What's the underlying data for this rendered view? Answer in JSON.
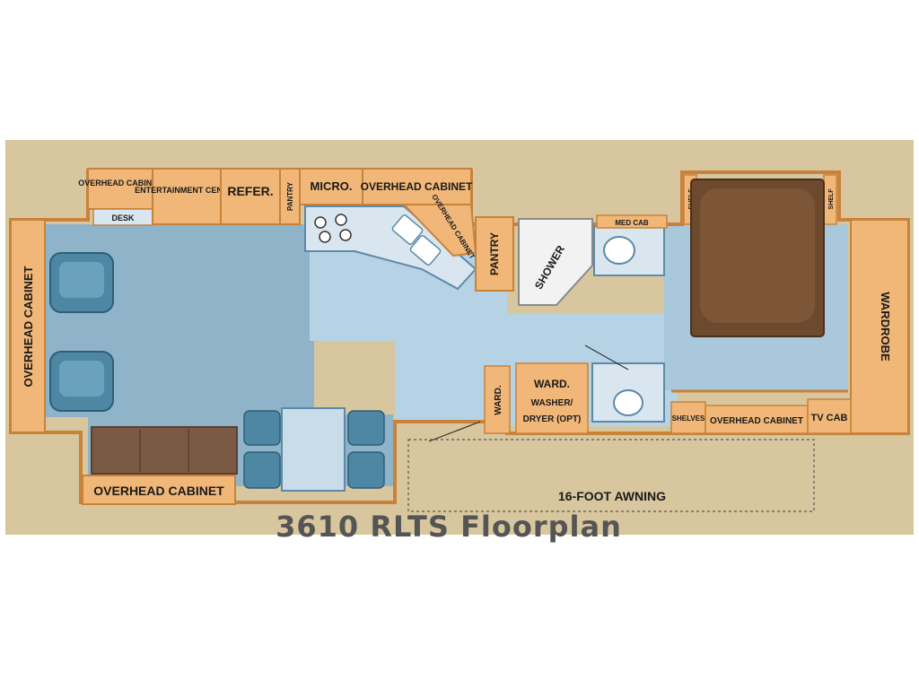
{
  "labels": {
    "overhead_cabinet_top_left": "OVERHEAD CABINET",
    "desk": "DESK",
    "entertainment_center": "ENTERTAINMENT CENTER",
    "refer": "REFER.",
    "pantry_small": "PANTRY",
    "micro": "MICRO.",
    "overhead_cabinet_top": "OVERHEAD CABINET",
    "overhead_cabinet_angled": "OVERHEAD CABINET",
    "pantry": "PANTRY",
    "shower": "SHOWER",
    "med_cab": "MED CAB",
    "shelf_left": "SHELF",
    "shelf_right": "SHELF",
    "wardrobe": "WARDROBE",
    "overhead_cabinet_left": "OVERHEAD CABINET",
    "overhead_cabinet_bottom": "OVERHEAD CABINET",
    "ward_small": "WARD.",
    "ward_washer_1": "WARD.",
    "ward_washer_2": "WASHER/",
    "ward_washer_3": "DRYER (OPT)",
    "shelves": "SHELVES",
    "overhead_cabinet_bottom_right": "OVERHEAD CABINET",
    "tv_cab": "TV CAB",
    "awning": "16-FOOT AWNING"
  },
  "title": "3610 RLTS Floorplan",
  "colors": {
    "background": "#d8c79e",
    "floor": "#b6d3e6",
    "slide_floor": "#8fb3c9",
    "cabinet": "#f0b778",
    "wall": "#c8823a",
    "bed": "#6d4a2e",
    "chair": "#4e87a3"
  }
}
